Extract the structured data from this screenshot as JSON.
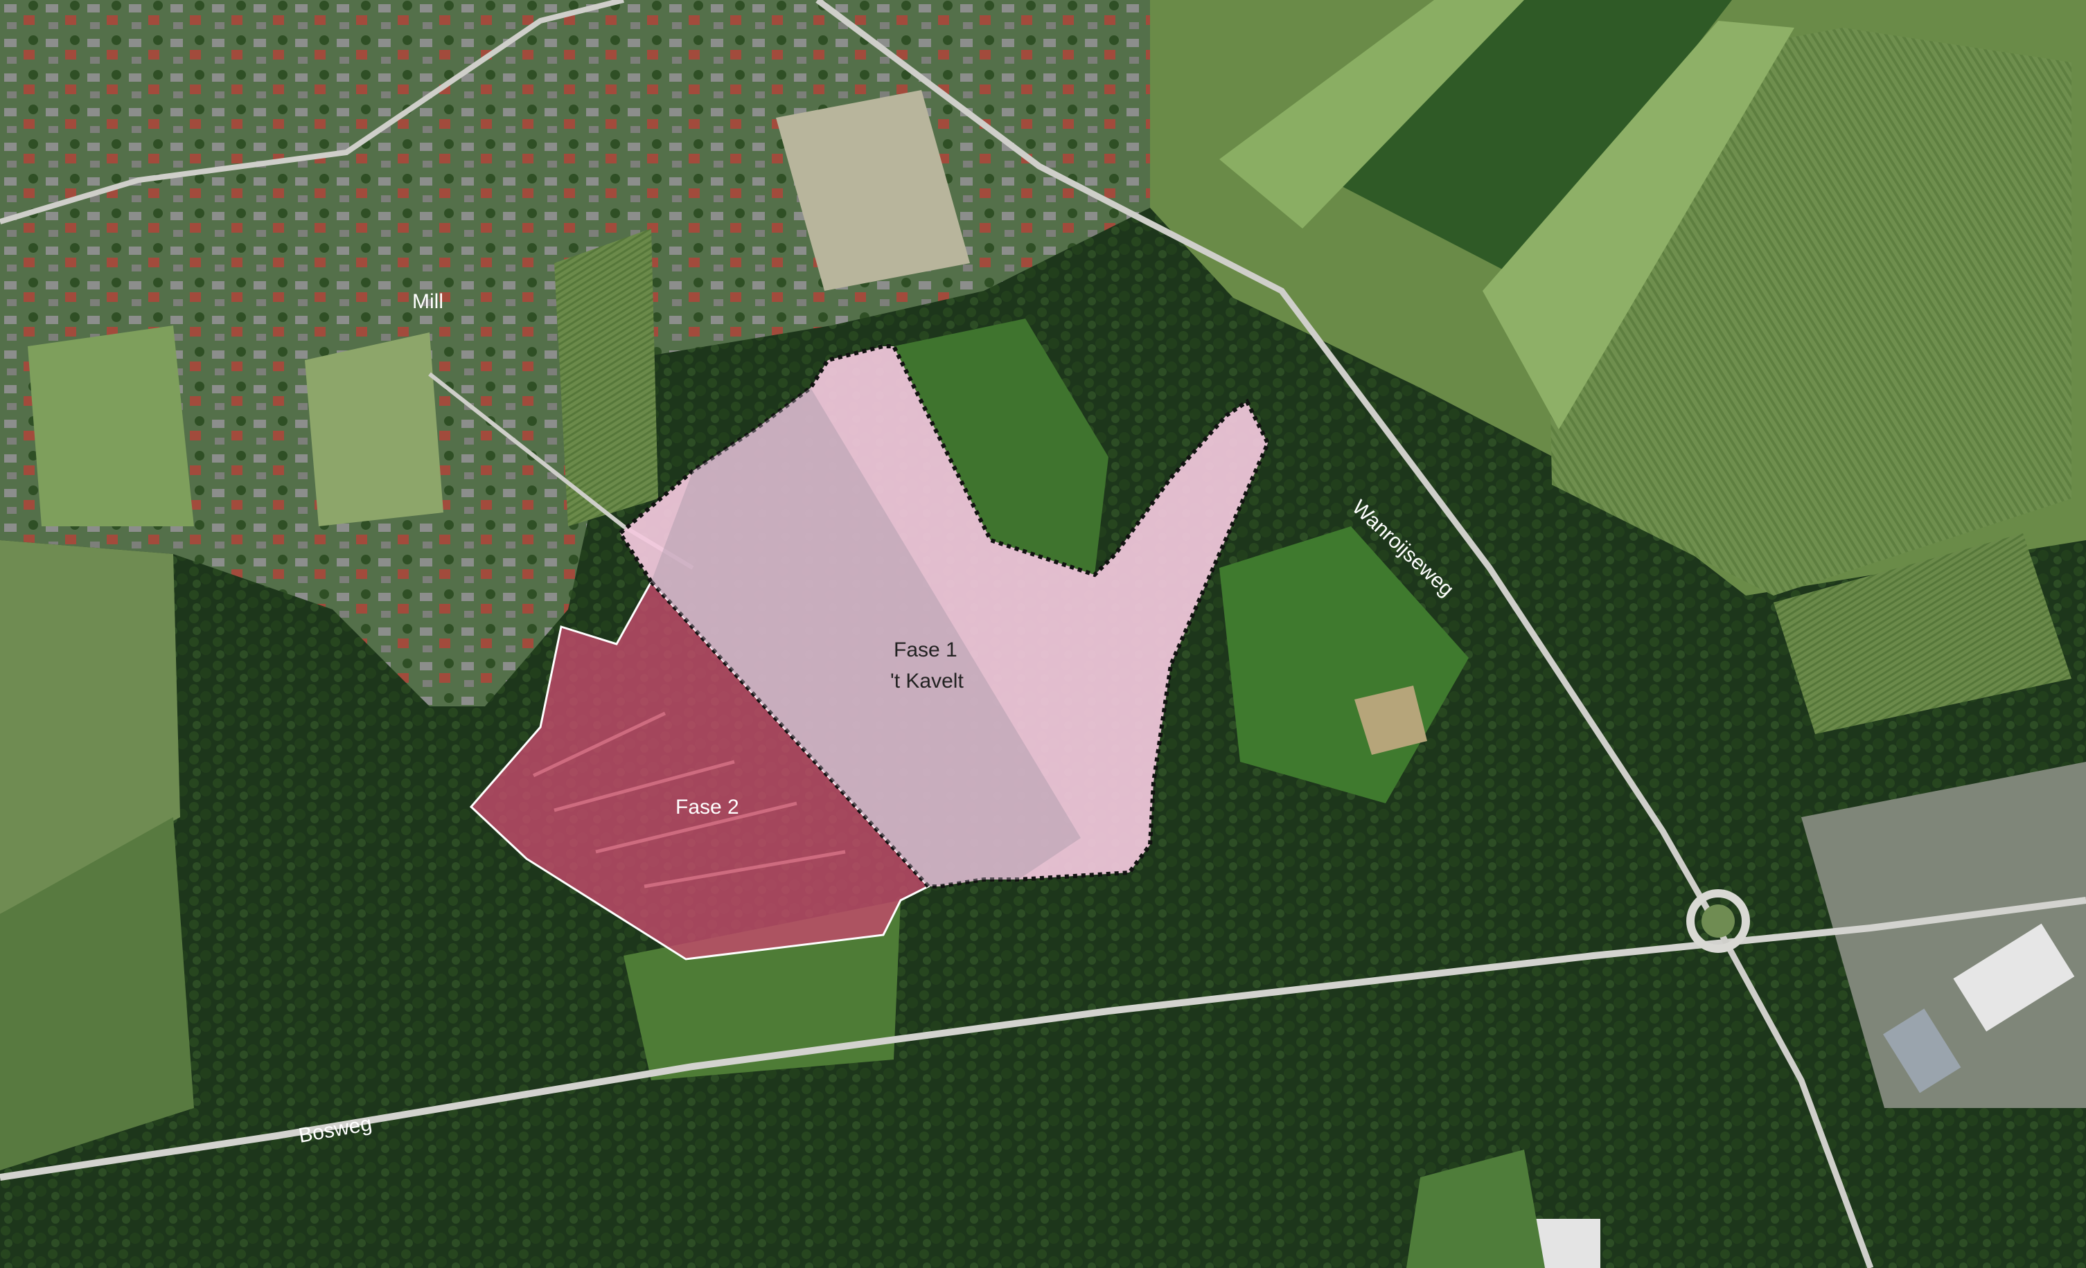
{
  "map": {
    "labels": {
      "town": "Mill",
      "road_east": "Wanroijseweg",
      "road_south": "Bosweg",
      "phase1_line1": "Fase 1",
      "phase1_line2": "'t Kavelt",
      "phase2": "Fase 2"
    },
    "colors": {
      "forest": "#1f3a1d",
      "field_light": "#7f9f5a",
      "field_dark": "#3f6a2e",
      "urban": "#8a8d86",
      "road": "#c9c9c4",
      "phase1_fill": "#f3c9dd",
      "phase2_fill": "#c24b6b",
      "boundary": "#111111",
      "label_white": "#ffffff",
      "label_dark": "#222222"
    }
  }
}
